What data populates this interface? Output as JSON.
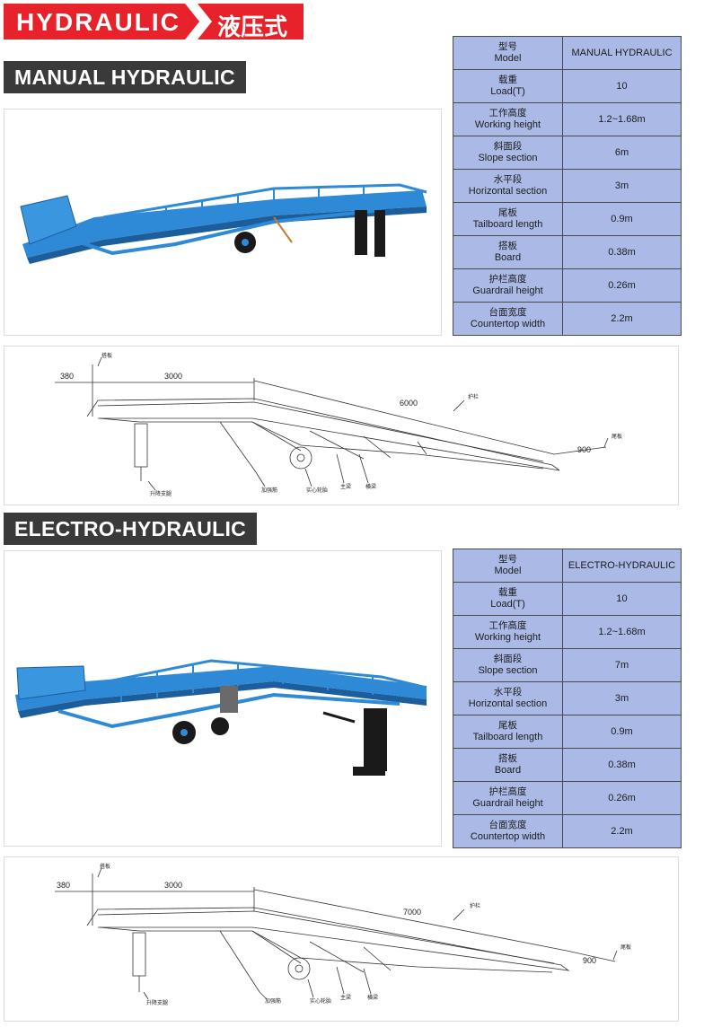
{
  "banner": {
    "en": "HYDRAULIC",
    "cn": "液压式",
    "arrow_color": "#ffffff",
    "bg_color": "#e8222a"
  },
  "sections": [
    {
      "title": "MANUAL HYDRAULIC",
      "spec_rows": [
        {
          "cn": "型号",
          "en": "Model",
          "value": "MANUAL HYDRAULIC"
        },
        {
          "cn": "载重",
          "en": "Load(T)",
          "value": "10"
        },
        {
          "cn": "工作高度",
          "en": "Working height",
          "value": "1.2~1.68m"
        },
        {
          "cn": "斜面段",
          "en": "Slope section",
          "value": "6m"
        },
        {
          "cn": "水平段",
          "en": "Horizontal section",
          "value": "3m"
        },
        {
          "cn": "尾板",
          "en": "Tailboard length",
          "value": "0.9m"
        },
        {
          "cn": "搭板",
          "en": "Board",
          "value": "0.38m"
        },
        {
          "cn": "护栏高度",
          "en": "Guardrail height",
          "value": "0.26m"
        },
        {
          "cn": "台面宽度",
          "en": "Countertop width",
          "value": "2.2m"
        }
      ],
      "drawing": {
        "dim_board": "380",
        "dim_horizontal": "3000",
        "dim_slope": "6000",
        "dim_tail": "900",
        "label_board": "搭板",
        "label_rail": "护栏",
        "label_tail": "尾板",
        "label_leg": "升降支腿",
        "label_reinforce": "加强筋",
        "label_wheel": "实心轮胎",
        "label_main": "主梁",
        "label_cross": "横梁"
      }
    },
    {
      "title": "ELECTRO-HYDRAULIC",
      "spec_rows": [
        {
          "cn": "型号",
          "en": "Model",
          "value": "ELECTRO-HYDRAULIC"
        },
        {
          "cn": "载重",
          "en": "Load(T)",
          "value": "10"
        },
        {
          "cn": "工作高度",
          "en": "Working height",
          "value": "1.2~1.68m"
        },
        {
          "cn": "斜面段",
          "en": "Slope section",
          "value": "7m"
        },
        {
          "cn": "水平段",
          "en": "Horizontal section",
          "value": "3m"
        },
        {
          "cn": "尾板",
          "en": "Tailboard length",
          "value": "0.9m"
        },
        {
          "cn": "搭板",
          "en": "Board",
          "value": "0.38m"
        },
        {
          "cn": "护栏高度",
          "en": "Guardrail height",
          "value": "0.26m"
        },
        {
          "cn": "台面宽度",
          "en": "Countertop width",
          "value": "2.2m"
        }
      ],
      "drawing": {
        "dim_board": "380",
        "dim_horizontal": "3000",
        "dim_slope": "7000",
        "dim_tail": "900",
        "label_board": "搭板",
        "label_rail": "护栏",
        "label_tail": "尾板",
        "label_leg": "升降支腿",
        "label_reinforce": "加强筋",
        "label_wheel": "实心轮胎",
        "label_main": "主梁",
        "label_cross": "横梁"
      }
    }
  ],
  "colors": {
    "ramp_blue": "#2e8ad6",
    "ramp_dark": "#1c5e9c",
    "table_bg": "#aab9e6"
  }
}
